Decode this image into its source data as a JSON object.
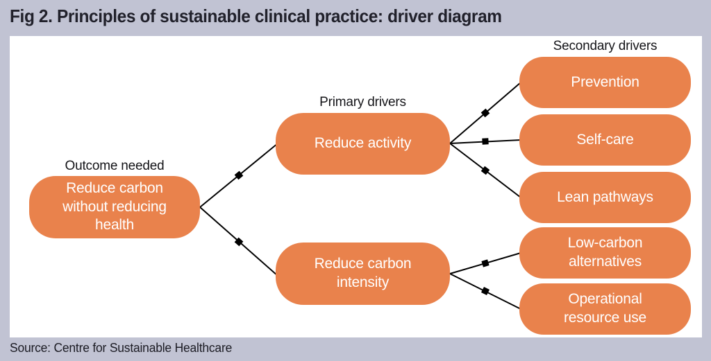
{
  "title": "Fig 2. Principles of sustainable clinical practice: driver diagram",
  "source": "Source: Centre for Sustainable Healthcare",
  "colors": {
    "background": "#c1c3d3",
    "panel": "#ffffff",
    "node_fill": "#e9824c",
    "node_text": "#ffffff",
    "connector": "#000000",
    "label_text": "#141418"
  },
  "columns": {
    "outcome_label": "Outcome needed",
    "primary_label": "Primary drivers",
    "secondary_label": "Secondary drivers"
  },
  "nodes": {
    "outcome": "Reduce carbon without reducing health",
    "primary": [
      "Reduce activity",
      "Reduce carbon intensity"
    ],
    "secondary": [
      "Prevention",
      "Self-care",
      "Lean pathways",
      "Low-carbon alternatives",
      "Operational resource use"
    ]
  }
}
